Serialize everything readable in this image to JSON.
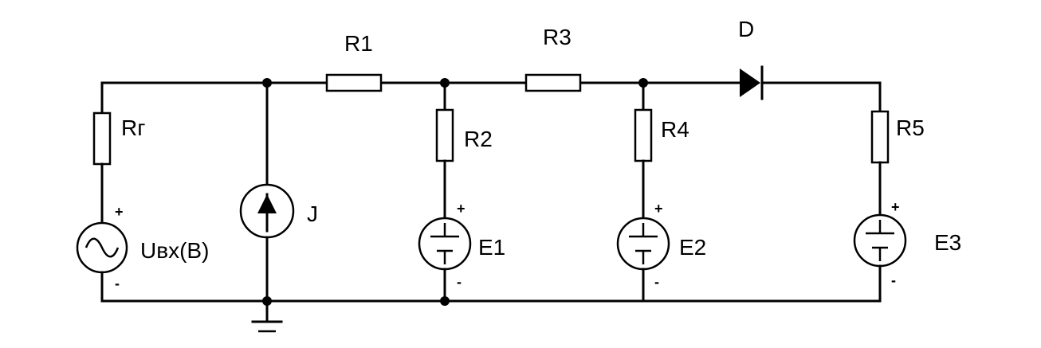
{
  "components": {
    "rg": {
      "label": "Rг"
    },
    "r1": {
      "label": "R1"
    },
    "r2": {
      "label": "R2"
    },
    "r3": {
      "label": "R3"
    },
    "r4": {
      "label": "R4"
    },
    "r5": {
      "label": "R5"
    },
    "diode": {
      "label": "D"
    },
    "current_source": {
      "label": "J"
    },
    "input_source": {
      "label": "Uвх(В)",
      "plus": "+",
      "minus": "-"
    },
    "e1": {
      "label": "E1",
      "plus": "+",
      "minus": "-"
    },
    "e2": {
      "label": "E2",
      "plus": "+",
      "minus": "-"
    },
    "e3": {
      "label": "E3",
      "plus": "+",
      "minus": "-"
    }
  }
}
